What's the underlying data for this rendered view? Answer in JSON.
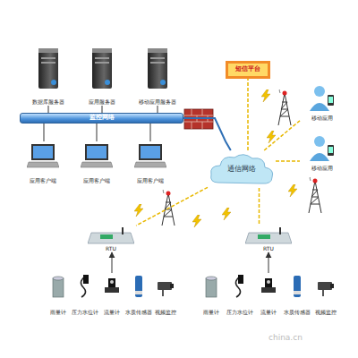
{
  "diagram": {
    "nodes": [
      {
        "text": [
          "数据库服务器"
        ]
      },
      {
        "text": [
          "应用服务器"
        ]
      },
      {
        "text": [
          "移动应用服务器"
        ]
      },
      {
        "text": [
          "监控网络"
        ]
      },
      {
        "text": [
          "应用客户端"
        ]
      },
      {
        "text": [
          "应用客户端"
        ]
      },
      {
        "text": [
          "应用客户端"
        ]
      },
      {
        "text": [
          "短信平台"
        ]
      },
      {
        "text": [
          "通信网络"
        ]
      },
      {
        "text": [
          "移动应用"
        ]
      },
      {
        "text": [
          "移动应用"
        ]
      },
      {
        "text": [
          "RTU"
        ]
      },
      {
        "text": [
          "RTU"
        ]
      },
      {
        "text": [
          "雨量计"
        ]
      },
      {
        "text": [
          "压力水位计"
        ]
      },
      {
        "text": [
          "流量计"
        ]
      },
      {
        "text": [
          "水质传感器"
        ]
      },
      {
        "text": [
          "视频监控"
        ]
      },
      {
        "text": [
          "雨量计"
        ]
      },
      {
        "text": [
          "压力水位计"
        ]
      },
      {
        "text": [
          "流量计"
        ]
      },
      {
        "text": [
          "水质传感器"
        ]
      },
      {
        "text": [
          "视频监控"
        ]
      }
    ],
    "edges": [
      {
        "from": 0,
        "to": 3,
        "arrow": "none"
      },
      {
        "from": 1,
        "to": 3,
        "arrow": "none"
      },
      {
        "from": 2,
        "to": 3,
        "arrow": "none"
      },
      {
        "from": 4,
        "to": 3,
        "arrow": "none"
      },
      {
        "from": 5,
        "to": 3,
        "arrow": "none"
      },
      {
        "from": 6,
        "to": 3,
        "arrow": "none"
      },
      {
        "from": 3,
        "to": 8,
        "arrow": "none"
      },
      {
        "from": 8,
        "to": 7,
        "arrow": "none"
      },
      {
        "from": 8,
        "to": 9,
        "arrow": "none"
      },
      {
        "from": 8,
        "to": 10,
        "arrow": "none"
      },
      {
        "from": 8,
        "to": 11,
        "arrow": "none"
      },
      {
        "from": 8,
        "to": 12,
        "arrow": "none"
      },
      {
        "from": 15,
        "to": 11,
        "arrow": "to"
      },
      {
        "from": 20,
        "to": 12,
        "arrow": "to"
      }
    ],
    "labels": [
      "china.cn"
    ]
  }
}
